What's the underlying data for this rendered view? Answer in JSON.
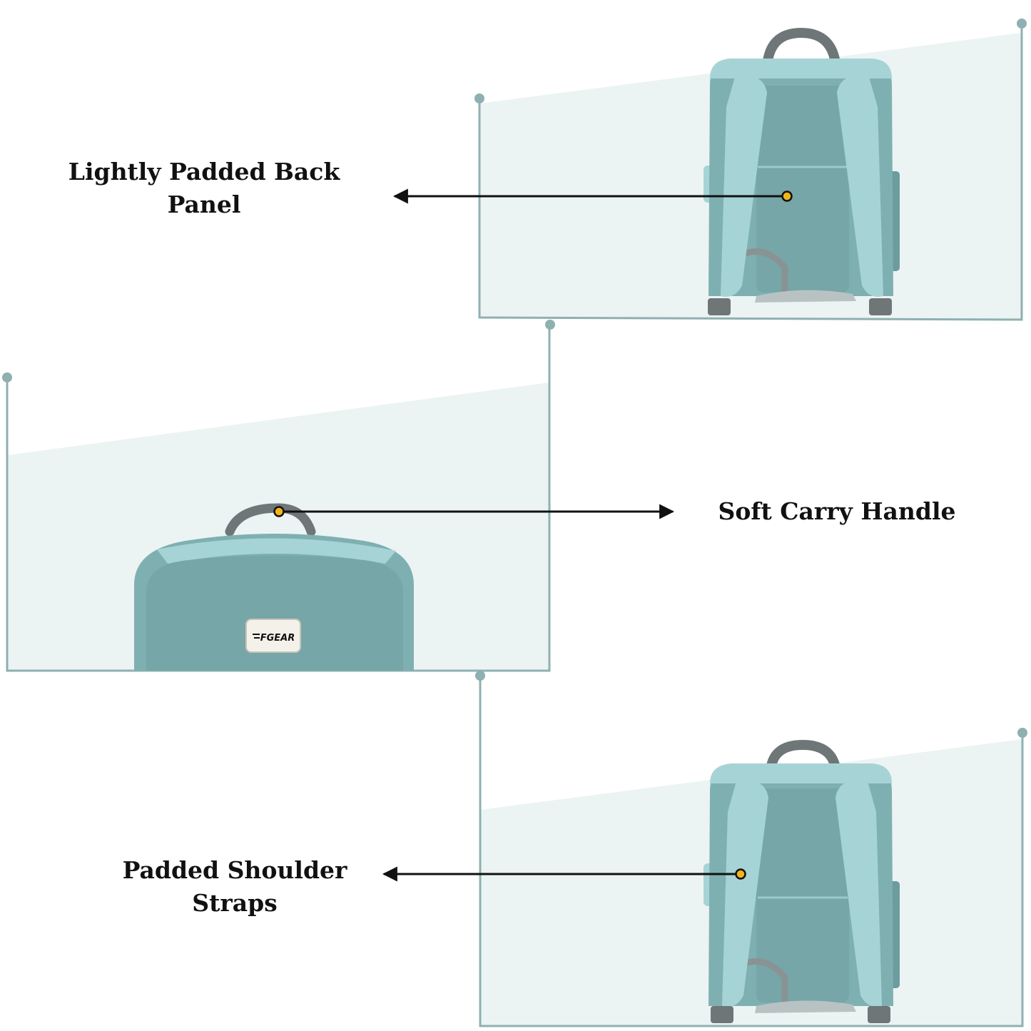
{
  "colors": {
    "panel_fill": "#ecf3f3",
    "frame_stroke": "#8fb0b0",
    "bag_main": "#7fb0b1",
    "bag_light": "#a6d4d6",
    "bag_dark": "#6c9c9d",
    "handle": "#6f7677",
    "marker": "#f2b41b",
    "arrow": "#111111"
  },
  "features": [
    {
      "line1": "Lightly Padded Back",
      "line2": "Panel"
    },
    {
      "line1": "Soft Carry Handle",
      "line2": ""
    },
    {
      "line1": "Padded Shoulder",
      "line2": "Straps"
    }
  ],
  "brand_patch": {
    "logo_text": "FGEAR",
    "icon": "brand-logo-icon"
  }
}
